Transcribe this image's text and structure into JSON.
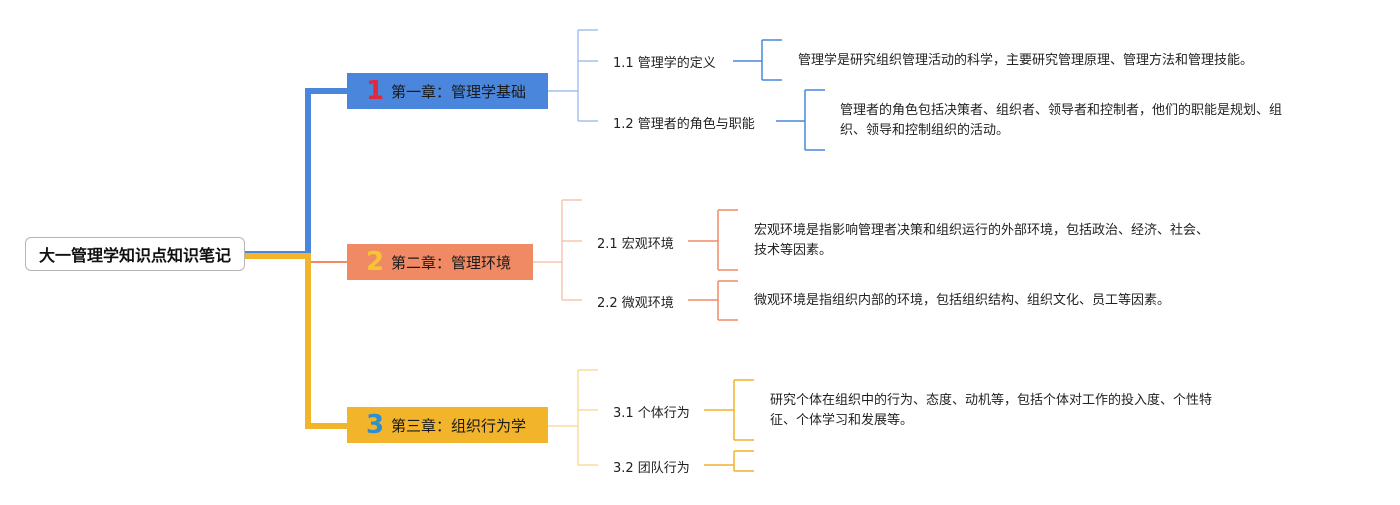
{
  "title": "大一管理学知识点知识笔记",
  "colors": {
    "c1": "#4a86dc",
    "c2": "#f08a64",
    "c3": "#f2b42a"
  },
  "chapters": [
    {
      "num": "1",
      "title": "第一章：管理学基础",
      "sections": [
        {
          "title": "1.1 管理学的定义",
          "note": "管理学是研究组织管理活动的科学，主要研究管理原理、管理方法和管理技能。"
        },
        {
          "title": "1.2 管理者的角色与职能",
          "note_lines": [
            "管理者的角色包括决策者、组织者、领导者和控制者，他们的职能是规划、组",
            "织、领导和控制组织的活动。"
          ]
        }
      ]
    },
    {
      "num": "2",
      "title": "第二章：管理环境",
      "sections": [
        {
          "title": "2.1 宏观环境",
          "note_lines": [
            "宏观环境是指影响管理者决策和组织运行的外部环境，包括政治、经济、社会、",
            "技术等因素。"
          ]
        },
        {
          "title": "2.2 微观环境",
          "note": "微观环境是指组织内部的环境，包括组织结构、组织文化、员工等因素。"
        }
      ]
    },
    {
      "num": "3",
      "title": "第三章：组织行为学",
      "sections": [
        {
          "title": "3.1 个体行为",
          "note_lines": [
            "研究个体在组织中的行为、态度、动机等，包括个体对工作的投入度、个性特",
            "征、个体学习和发展等。"
          ]
        },
        {
          "title": "3.2 团队行为"
        }
      ]
    }
  ]
}
